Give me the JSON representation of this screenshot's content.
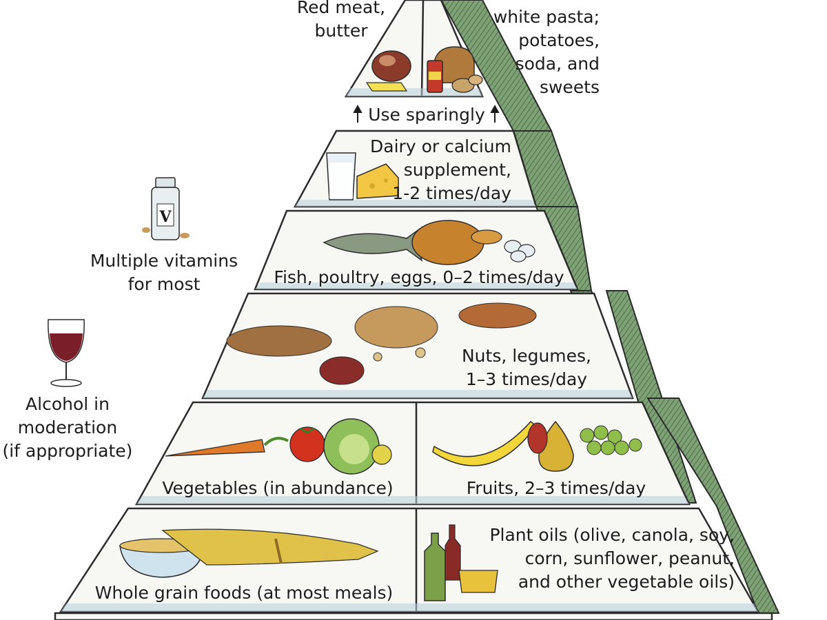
{
  "colors": {
    "outline": "#2b2b2b",
    "tier_face": "#f7f8f4",
    "tier_shade": "#b8cfd8",
    "side_green": "#7ea276",
    "side_green_dark": "#4f7049",
    "text": "#1c1c1c"
  },
  "tiers": {
    "top_left": {
      "lines": [
        "Red meat,",
        "butter"
      ]
    },
    "top_right": {
      "lines": [
        "white pasta;",
        "potatoes,",
        "soda, and",
        "sweets"
      ]
    },
    "use_sparingly": "Use sparingly",
    "dairy": {
      "lines": [
        "Dairy or calcium",
        "supplement,",
        "1-2 times/day"
      ]
    },
    "protein": "Fish, poultry, eggs, 0–2 times/day",
    "nuts": {
      "lines": [
        "Nuts, legumes,",
        "1–3 times/day"
      ]
    },
    "vegetables": "Vegetables (in abundance)",
    "fruits": "Fruits, 2–3 times/day",
    "grains": "Whole grain foods (at most meals)",
    "oils": {
      "lines": [
        "Plant oils (olive, canola, soy,",
        "corn, sunflower, peanut,",
        "and other vegetable oils)"
      ]
    }
  },
  "side_notes": {
    "vitamins": {
      "lines": [
        "Multiple vitamins",
        "for most"
      ],
      "icon": "vitamin-bottle-icon",
      "icon_letter": "V"
    },
    "alcohol": {
      "lines": [
        "Alcohol in",
        "moderation",
        "(if appropriate)"
      ],
      "icon": "wine-glass-icon"
    }
  },
  "icons": {
    "arrows": "up-arrow-icon",
    "illustrations": [
      "meat-icon",
      "butter-icon",
      "bread-icon",
      "soda-can-icon",
      "potato-icon",
      "milk-glass-icon",
      "cheese-icon",
      "fish-icon",
      "chicken-icon",
      "eggs-icon",
      "nuts-icon",
      "carrot-icon",
      "tomato-icon",
      "cabbage-icon",
      "banana-icon",
      "pear-icon",
      "grapes-icon",
      "grain-bowl-icon",
      "wheat-bundle-icon",
      "oil-bottle-icon",
      "oil-dish-icon"
    ]
  }
}
